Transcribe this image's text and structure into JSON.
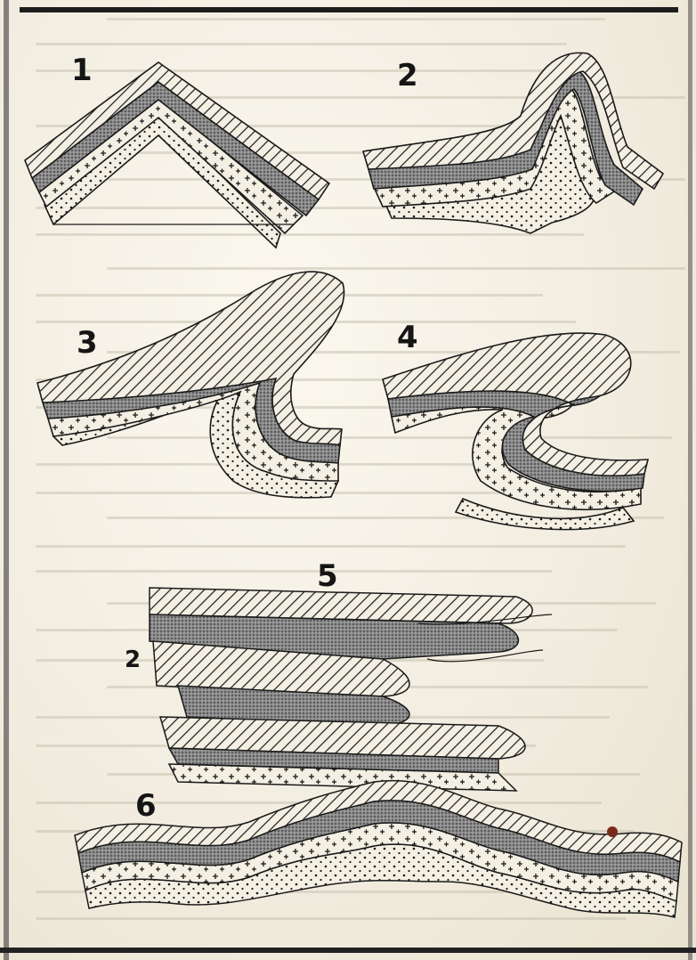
{
  "figure": {
    "panel_labels": [
      "1",
      "2",
      "3",
      "4",
      "5",
      "6"
    ],
    "inner_label": "2",
    "fold_types": [
      "simple-anticline",
      "asymmetric-fold",
      "overturned-fold",
      "recumbent-fold",
      "stacked-isoclinal-folds",
      "crumpled-folds"
    ],
    "layers": [
      "hatched-layer",
      "shaded-layer",
      "plus-marked-layer",
      "dotted-layer"
    ],
    "colors": {
      "ink": "#1a1a1a",
      "paper": "#f3efe3",
      "shade": "#6f6f6f"
    }
  }
}
